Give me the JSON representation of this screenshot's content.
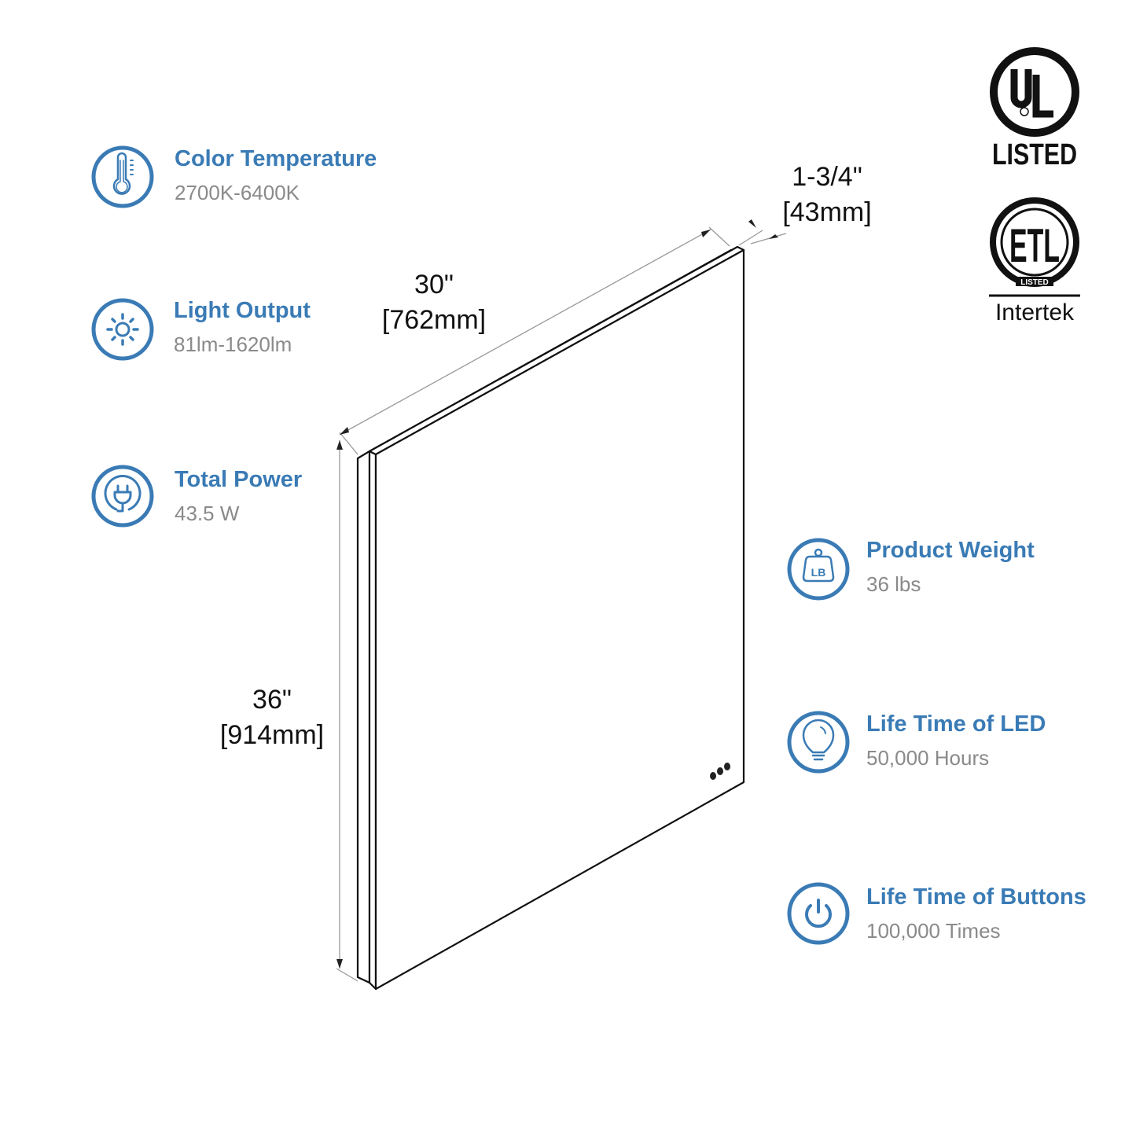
{
  "colors": {
    "accent": "#3a7bb5",
    "value_text": "#8a8a8a",
    "line": "#111111"
  },
  "specs_left": [
    {
      "icon": "thermometer-icon",
      "title": "Color Temperature",
      "value": "2700K-6400K"
    },
    {
      "icon": "sun-icon",
      "title": "Light Output",
      "value": "81lm-1620lm"
    },
    {
      "icon": "plug-icon",
      "title": "Total Power",
      "value": "43.5 W"
    }
  ],
  "specs_right": [
    {
      "icon": "weight-icon",
      "icon_text": "LB",
      "title": "Product Weight",
      "value": "36 lbs"
    },
    {
      "icon": "lightbulb-icon",
      "title": "Life Time of LED",
      "value": "50,000 Hours"
    },
    {
      "icon": "power-icon",
      "title": "Life Time of Buttons",
      "value": "100,000 Times"
    }
  ],
  "dimensions": {
    "width": {
      "imperial": "30\"",
      "metric": "[762mm]"
    },
    "height": {
      "imperial": "36\"",
      "metric": "[914mm]"
    },
    "depth": {
      "imperial": "1-3/4\"",
      "metric": "[43mm]"
    }
  },
  "certifications": {
    "ul": {
      "mark": "UL",
      "label": "LISTED"
    },
    "etl": {
      "mark": "ETL",
      "ring_text": "LISTED",
      "label": "Intertek"
    }
  }
}
